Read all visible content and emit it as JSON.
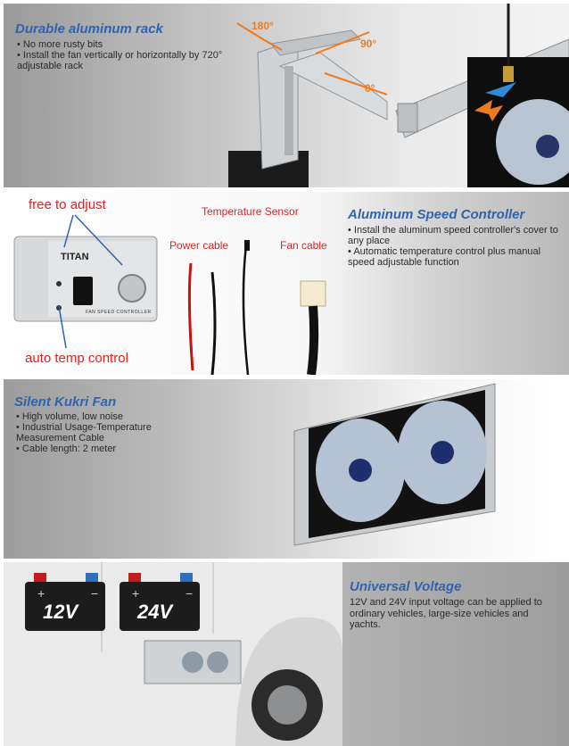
{
  "sections": [
    {
      "title": "Durable aluminum rack",
      "bullets": [
        "No more rusty bits",
        "Install the fan vertically or horizontally by 720° adjustable rack"
      ],
      "angles": [
        "180°",
        "90°",
        "0°"
      ]
    },
    {
      "title": "Aluminum Speed Controller",
      "bullets": [
        "Install the aluminum speed controller's cover to any place",
        "Automatic temperature control plus manual speed adjustable function"
      ],
      "callouts": {
        "free": "free to adjust",
        "auto": "auto temp control",
        "sensor": "Temperature Sensor",
        "power": "Power cable",
        "fan": "Fan cable"
      },
      "device": {
        "brand": "TITAN",
        "label": "FAN SPEED CONTROLLER"
      }
    },
    {
      "title": "Silent Kukri Fan",
      "bullets": [
        "High volume, low noise",
        "Industrial Usage-Temperature Measurement Cable",
        "Cable length: 2 meter"
      ]
    },
    {
      "title": "Universal Voltage",
      "text": "12V and 24V input voltage can be applied to ordinary vehicles, large-size vehicles and yachts.",
      "batteries": [
        "12V",
        "24V"
      ]
    }
  ],
  "colors": {
    "heading": "#2f64ad",
    "callout_red": "#e81c1c",
    "arrow_orange": "#f07a1e",
    "arrow_blue": "#2f8bd6"
  }
}
